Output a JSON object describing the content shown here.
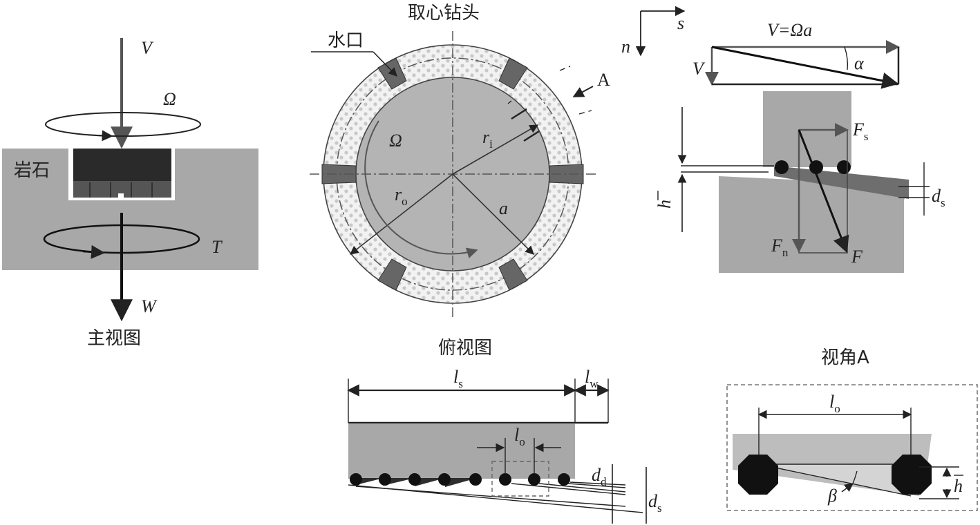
{
  "front_view": {
    "title": "主视图",
    "rock_label": "岩石",
    "V": "V",
    "Omega": "Ω",
    "T": "T",
    "W": "W"
  },
  "bit": {
    "title": "取心钻头",
    "waterway": "水口",
    "A": "A",
    "Omega": "Ω",
    "r": "r",
    "r_i_sub": "i",
    "r_o_sub": "o",
    "a": "a"
  },
  "cut_view": {
    "s": "s",
    "n": "n",
    "V_eq": "V=Ωa",
    "V": "V",
    "alpha": "α",
    "F": "F",
    "Fs_sub": "s",
    "Fn_sub": "n",
    "h": "h",
    "d": "d",
    "ds_sub": "s"
  },
  "top_view": {
    "title": "俯视图",
    "l": "l",
    "ls_sub": "s",
    "lw_sub": "w",
    "lo_sub": "o",
    "d": "d",
    "dd_sub": "d",
    "ds_sub": "s"
  },
  "view_A": {
    "title": "视角A",
    "l": "l",
    "lo_sub": "o",
    "h": "h",
    "beta": "β"
  }
}
